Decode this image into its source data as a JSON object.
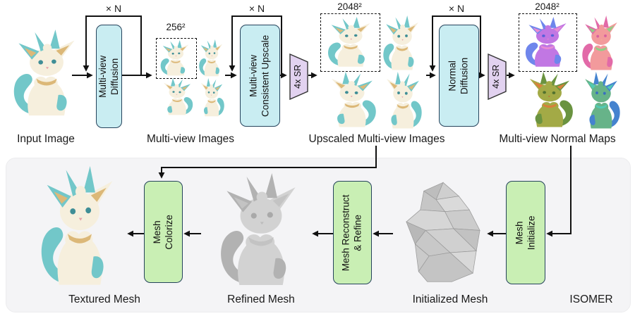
{
  "labels": {
    "loop": "× N",
    "input_image": "Input Image",
    "multiview_images": "Multi-view Images",
    "upscaled_images": "Upscaled Multi-view Images",
    "normal_maps": "Multi-view Normal Maps",
    "textured_mesh": "Textured Mesh",
    "refined_mesh": "Refined Mesh",
    "initialized_mesh": "Initialized Mesh",
    "isomer": "ISOMER"
  },
  "modules": {
    "multiview_diffusion": {
      "line1": "Multi-view",
      "line2": "Diffusion"
    },
    "consistent_upscale": {
      "line1": "Multi-view",
      "line2": "Consistent Upscale"
    },
    "normal_diffusion": {
      "line1": "Normal",
      "line2": "Diffusion"
    },
    "sr": "4x SR",
    "mesh_colorize": {
      "line1": "Mesh",
      "line2": "Colorize"
    },
    "mesh_reconstruct": {
      "line1": "Mesh Reconstruct",
      "line2": "& Refine"
    },
    "mesh_initialize": {
      "line1": "Mesh",
      "line2": "Initialize"
    }
  },
  "resolutions": {
    "low": "256²",
    "high": "2048²"
  },
  "colors": {
    "module_fill_cyan": "#c9edf2",
    "module_fill_green": "#c9efb4",
    "module_border": "#25435c",
    "sr_fill": "#e2d2f0",
    "panel_bg": "#f4f4f6",
    "line": "#111111"
  },
  "palettes": {
    "rgb": {
      "c1": "#f6efdd",
      "c2": "#72c7c9",
      "c3": "#dcb878",
      "c4": "#3f8e96",
      "c5": "#e8a0a8"
    },
    "nm_front": {
      "c1": "#c177e3",
      "c2": "#6f86ec",
      "c3": "#e98bd4",
      "c4": "#5560d8",
      "c5": "#ec86c9"
    },
    "nm_side_r": {
      "c1": "#f29a9c",
      "c2": "#e26aa8",
      "c3": "#8fcf86",
      "c4": "#d861a0",
      "c5": "#f2b08e"
    },
    "nm_back": {
      "c1": "#a3aa46",
      "c2": "#6a9340",
      "c3": "#d97f3b",
      "c4": "#52722f",
      "c5": "#c26a35"
    },
    "nm_side_l": {
      "c1": "#67b389",
      "c2": "#4583cf",
      "c3": "#52cbb4",
      "c4": "#3a6fc0",
      "c5": "#58b9a8"
    },
    "mesh_gray": {
      "c1": "#d2d2d2",
      "c2": "#b2b2b2",
      "c3": "#c3c3c3",
      "c4": "#a9a9a9",
      "c5": "#bdbdbd"
    }
  }
}
